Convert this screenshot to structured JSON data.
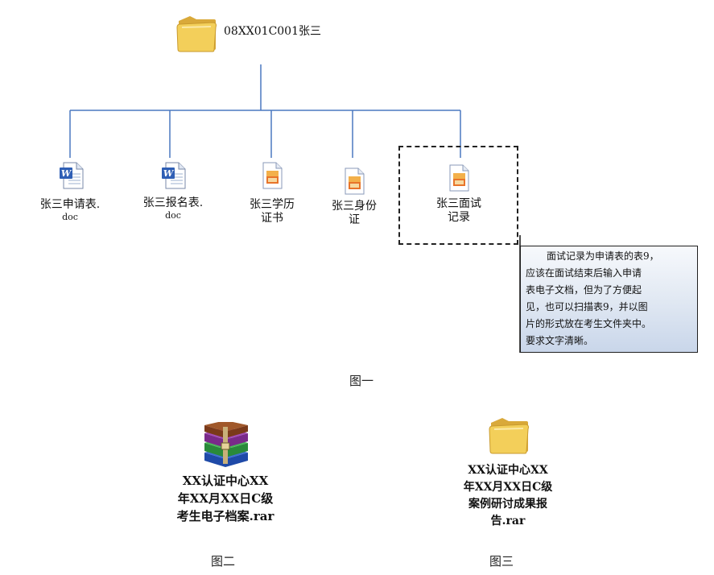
{
  "figure1": {
    "root_label": "08XX01C001张三",
    "items": [
      {
        "label": "张三申请表.",
        "sub": "doc",
        "icon": "word-doc-icon"
      },
      {
        "label": "张三报名表.",
        "sub": "doc",
        "icon": "word-doc-icon"
      },
      {
        "label": "张三学历\n证书",
        "sub": "",
        "icon": "image-file-icon"
      },
      {
        "label": "张三身份\n证",
        "sub": "",
        "icon": "image-file-icon"
      },
      {
        "label": "张三面试\n记录",
        "sub": "",
        "icon": "image-file-icon"
      }
    ],
    "note_lines": [
      "面试记录为申请表的表9，",
      "应该在面试结束后输入申请",
      "表电子文档，但为了方便起",
      "见，也可以扫描表9，并以图",
      "片的形式放在考生文件夹中。",
      "要求文字清晰。"
    ],
    "caption": "图一"
  },
  "figure2": {
    "label": "XX认证中心XX\n年XX月XX日C级\n考生电子档案.rar",
    "icon": "rar-archive-icon",
    "caption": "图二"
  },
  "figure3": {
    "label": "XX认证中心XX\n年XX月XX日C级\n案例研讨成果报\n告.rar",
    "icon": "folder-icon",
    "caption": "图三"
  },
  "colors": {
    "connector": "#4a78c0",
    "folder": "#f3cf5a",
    "note_bg": "#dfe7f2"
  }
}
